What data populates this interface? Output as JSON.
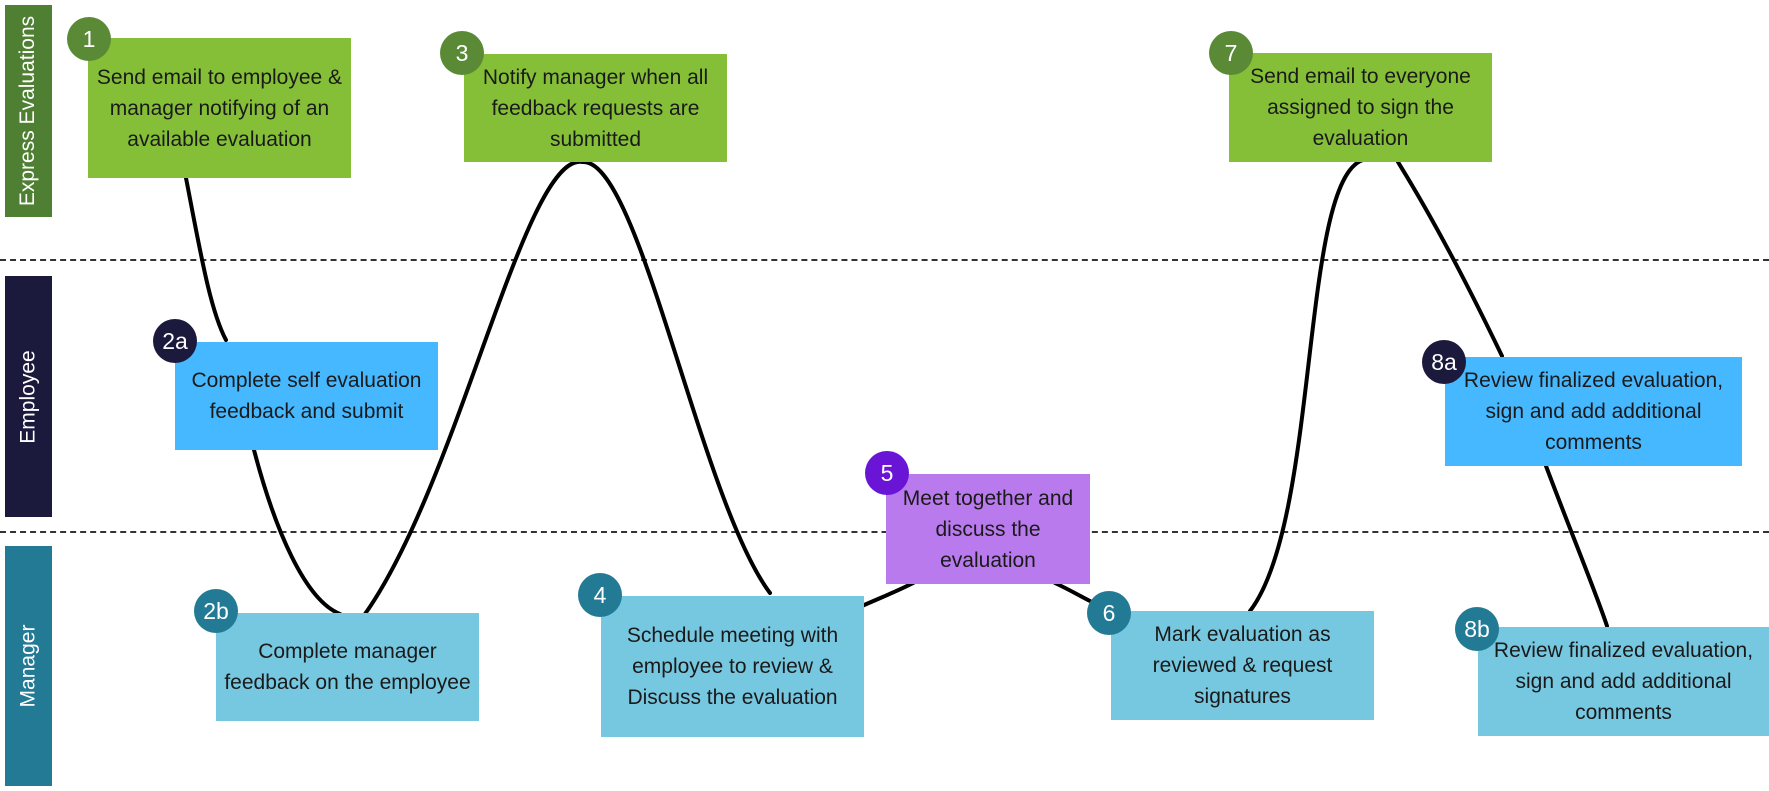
{
  "colors": {
    "express_lane": "#4f7f32",
    "employee_lane": "#1b1a3c",
    "manager_lane": "#237a94",
    "green_box": "#85bf38",
    "blue_box": "#45b8ff",
    "light_blue_box": "#76c7e0",
    "purple_box": "#b97aee",
    "green_badge": "#5b8a37",
    "navy_badge": "#1b1a3c",
    "teal_badge": "#237a94",
    "purple_badge": "#6a14d6",
    "connector": "#000000"
  },
  "lanes": [
    {
      "label": "Express Evaluations"
    },
    {
      "label": "Employee"
    },
    {
      "label": "Manager"
    }
  ],
  "steps": [
    {
      "badge": "1",
      "text": "Send email to employee & manager notifying of an available evaluation"
    },
    {
      "badge": "3",
      "text": "Notify manager when all feedback requests are submitted"
    },
    {
      "badge": "7",
      "text": "Send email to everyone assigned to sign the evaluation"
    },
    {
      "badge": "2a",
      "text": "Complete self evaluation feedback and submit"
    },
    {
      "badge": "8a",
      "text": "Review finalized evaluation, sign and add additional comments"
    },
    {
      "badge": "5",
      "text": "Meet together and discuss the evaluation"
    },
    {
      "badge": "2b",
      "text": "Complete manager feedback on the employee"
    },
    {
      "badge": "4",
      "text": "Schedule meeting with employee to review & Discuss the evaluation"
    },
    {
      "badge": "6",
      "text": "Mark evaluation as reviewed & request signatures"
    },
    {
      "badge": "8b",
      "text": "Review finalized evaluation, sign and add additional comments"
    }
  ]
}
